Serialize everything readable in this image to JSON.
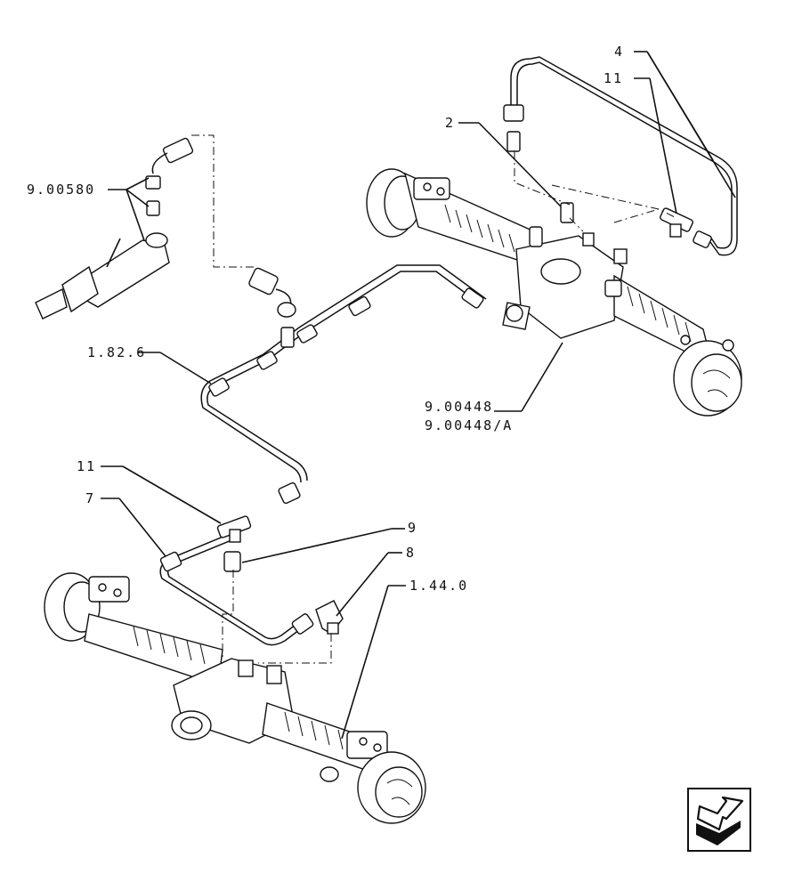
{
  "callouts": {
    "c4": "4",
    "c11_top": "11",
    "c2": "2",
    "c9_00580": "9.00580",
    "c1_82_6": "1.82.6",
    "c9_00448": "9.00448",
    "c9_00448a": "9.00448/A",
    "c11_mid": "11",
    "c7": "7",
    "c9": "9",
    "c8": "8",
    "c1_44_0": "1.44.0"
  },
  "nav": {
    "icon": "next-page-arrow-icon"
  }
}
